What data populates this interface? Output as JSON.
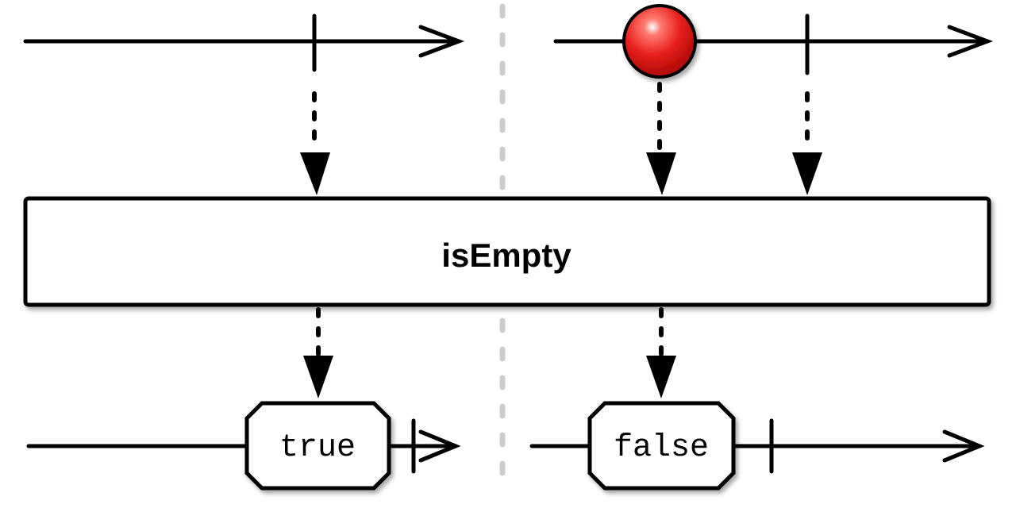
{
  "operator": {
    "label": "isEmpty"
  },
  "results": {
    "empty_case": {
      "label": "true"
    },
    "nonempty_case": {
      "label": "false"
    }
  },
  "colors": {
    "ink": "#000000",
    "separator": "#cccccc",
    "item": "#e8201c",
    "item_highlight": "#ff7a70"
  }
}
